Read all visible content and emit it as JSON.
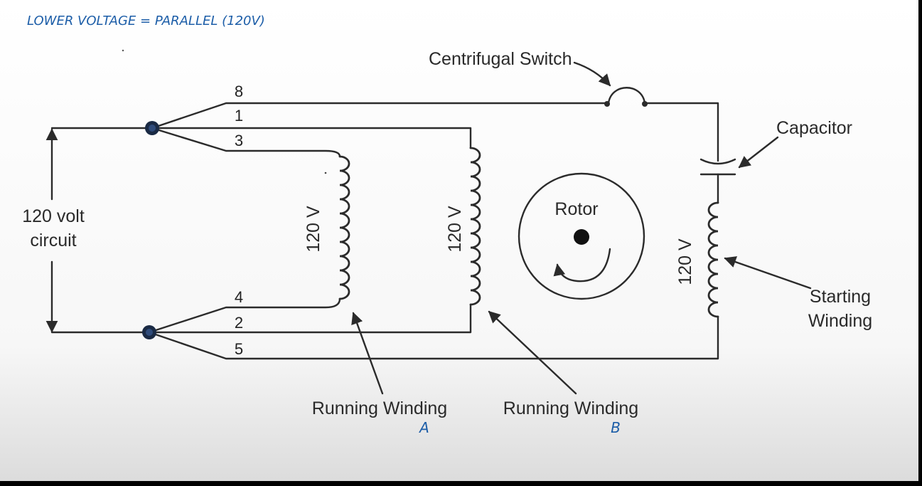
{
  "annotation_top": "LOWER VOLTAGE = PARALLEL (120V)",
  "supply_label": [
    "120 volt",
    "circuit"
  ],
  "lead_numbers": {
    "t8": "8",
    "t1": "1",
    "t3": "3",
    "t4": "4",
    "t2": "2",
    "t5": "5"
  },
  "winding_voltage": "120 V",
  "rotor_label": "Rotor",
  "centrifugal_switch_label": "Centrifugal Switch",
  "capacitor_label": "Capacitor",
  "starting_winding_label": [
    "Starting",
    "Winding"
  ],
  "running_winding_label": "Running Winding",
  "handwritten_a": "A",
  "handwritten_b": "B",
  "colors": {
    "ink": "#2b2b2b",
    "annotation": "#1d5ea8",
    "terminal": "#1a2a44"
  }
}
